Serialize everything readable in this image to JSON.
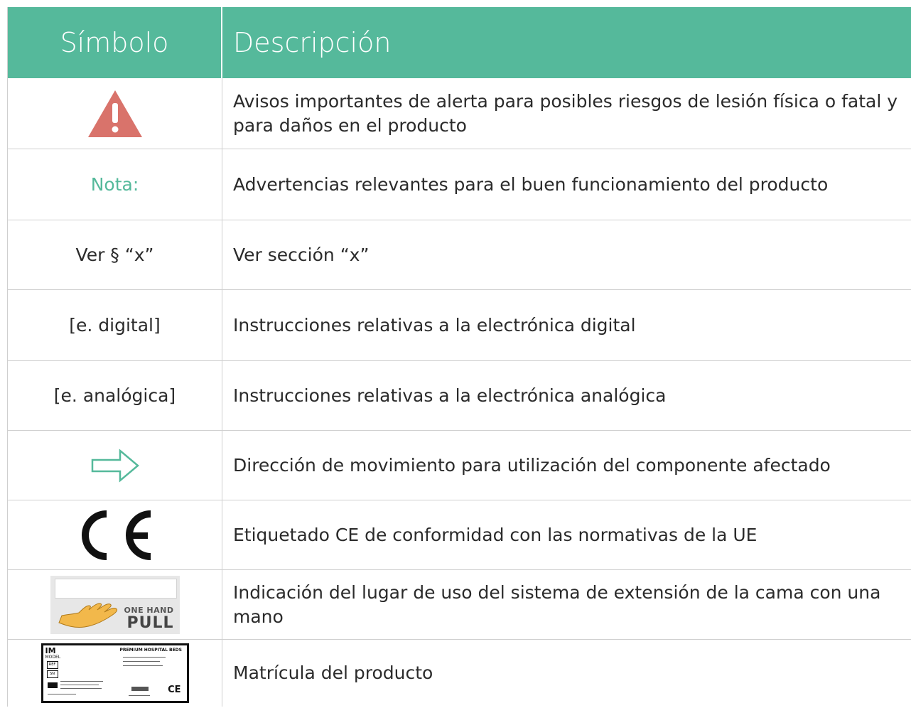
{
  "header": {
    "symbol_col": "Símbolo",
    "description_col": "Descripción",
    "background_color": "#55b99b"
  },
  "rows": [
    {
      "symbol": {
        "type": "icon",
        "icon": "warning-triangle-icon",
        "color": "#d9736b"
      },
      "description": "Avisos importantes de alerta para posibles riesgos de lesión física o fatal y para daños en el producto"
    },
    {
      "symbol": {
        "type": "text",
        "text": "Nota:",
        "color": "#55b99b"
      },
      "description": "Advertencias relevantes para el buen funcionamiento del producto"
    },
    {
      "symbol": {
        "type": "text",
        "text": "Ver § “x”"
      },
      "description": "Ver sección “x”"
    },
    {
      "symbol": {
        "type": "text",
        "text": "[e. digital]"
      },
      "description": "Instrucciones relativas a la electrónica digital"
    },
    {
      "symbol": {
        "type": "text",
        "text": "[e. analógica]"
      },
      "description": "Instrucciones relativas a la electrónica analógica"
    },
    {
      "symbol": {
        "type": "icon",
        "icon": "arrow-right-outline-icon",
        "color": "#55b99b"
      },
      "description": "Dirección de movimiento para utilización del componente afectado"
    },
    {
      "symbol": {
        "type": "icon",
        "icon": "ce-mark-icon",
        "text": "CE"
      },
      "description": "Etiquetado CE de conformidad con las normativas de la UE"
    },
    {
      "symbol": {
        "type": "image",
        "icon": "one-hand-pull-label",
        "small_text": "ONE HAND",
        "big_text": "PULL",
        "hand_color": "#f2b84b"
      },
      "description": "Indicación del lugar de uso del sistema de extensión de la cama con una mano"
    },
    {
      "symbol": {
        "type": "image",
        "icon": "product-plate-label",
        "logo": "IM",
        "title": "PREMIUM HOSPITAL BEDS",
        "model": "MODEL",
        "ref": "REF",
        "sn": "SN",
        "ce": "CE"
      },
      "description": "Matrícula del producto"
    }
  ]
}
